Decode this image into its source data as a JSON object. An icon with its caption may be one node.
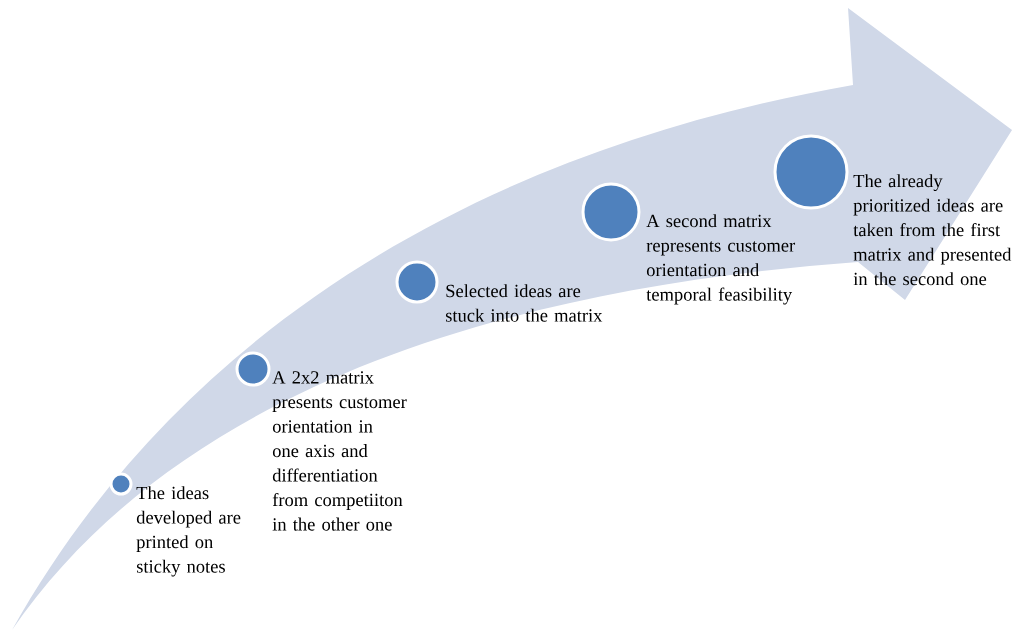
{
  "diagram": {
    "nodes": [
      {
        "text": [],
        "shape": "circle",
        "beside": [
          "The ideas developed are printed on sticky notes"
        ]
      },
      {
        "text": [],
        "shape": "circle",
        "beside": [
          "A 2x2 matrix presents customer orientation in one axis and differentiation from competiiton in the other one"
        ]
      },
      {
        "text": [],
        "shape": "circle",
        "beside": [
          "Selected ideas are stuck into the matrix"
        ]
      },
      {
        "text": [],
        "shape": "circle",
        "beside": [
          "A second matrix represents customer orientation and temporal feasibility"
        ]
      },
      {
        "text": [],
        "shape": "circle",
        "beside": [
          "The already prioritized ideas are taken from the first matrix and presented in the second one"
        ]
      }
    ]
  }
}
